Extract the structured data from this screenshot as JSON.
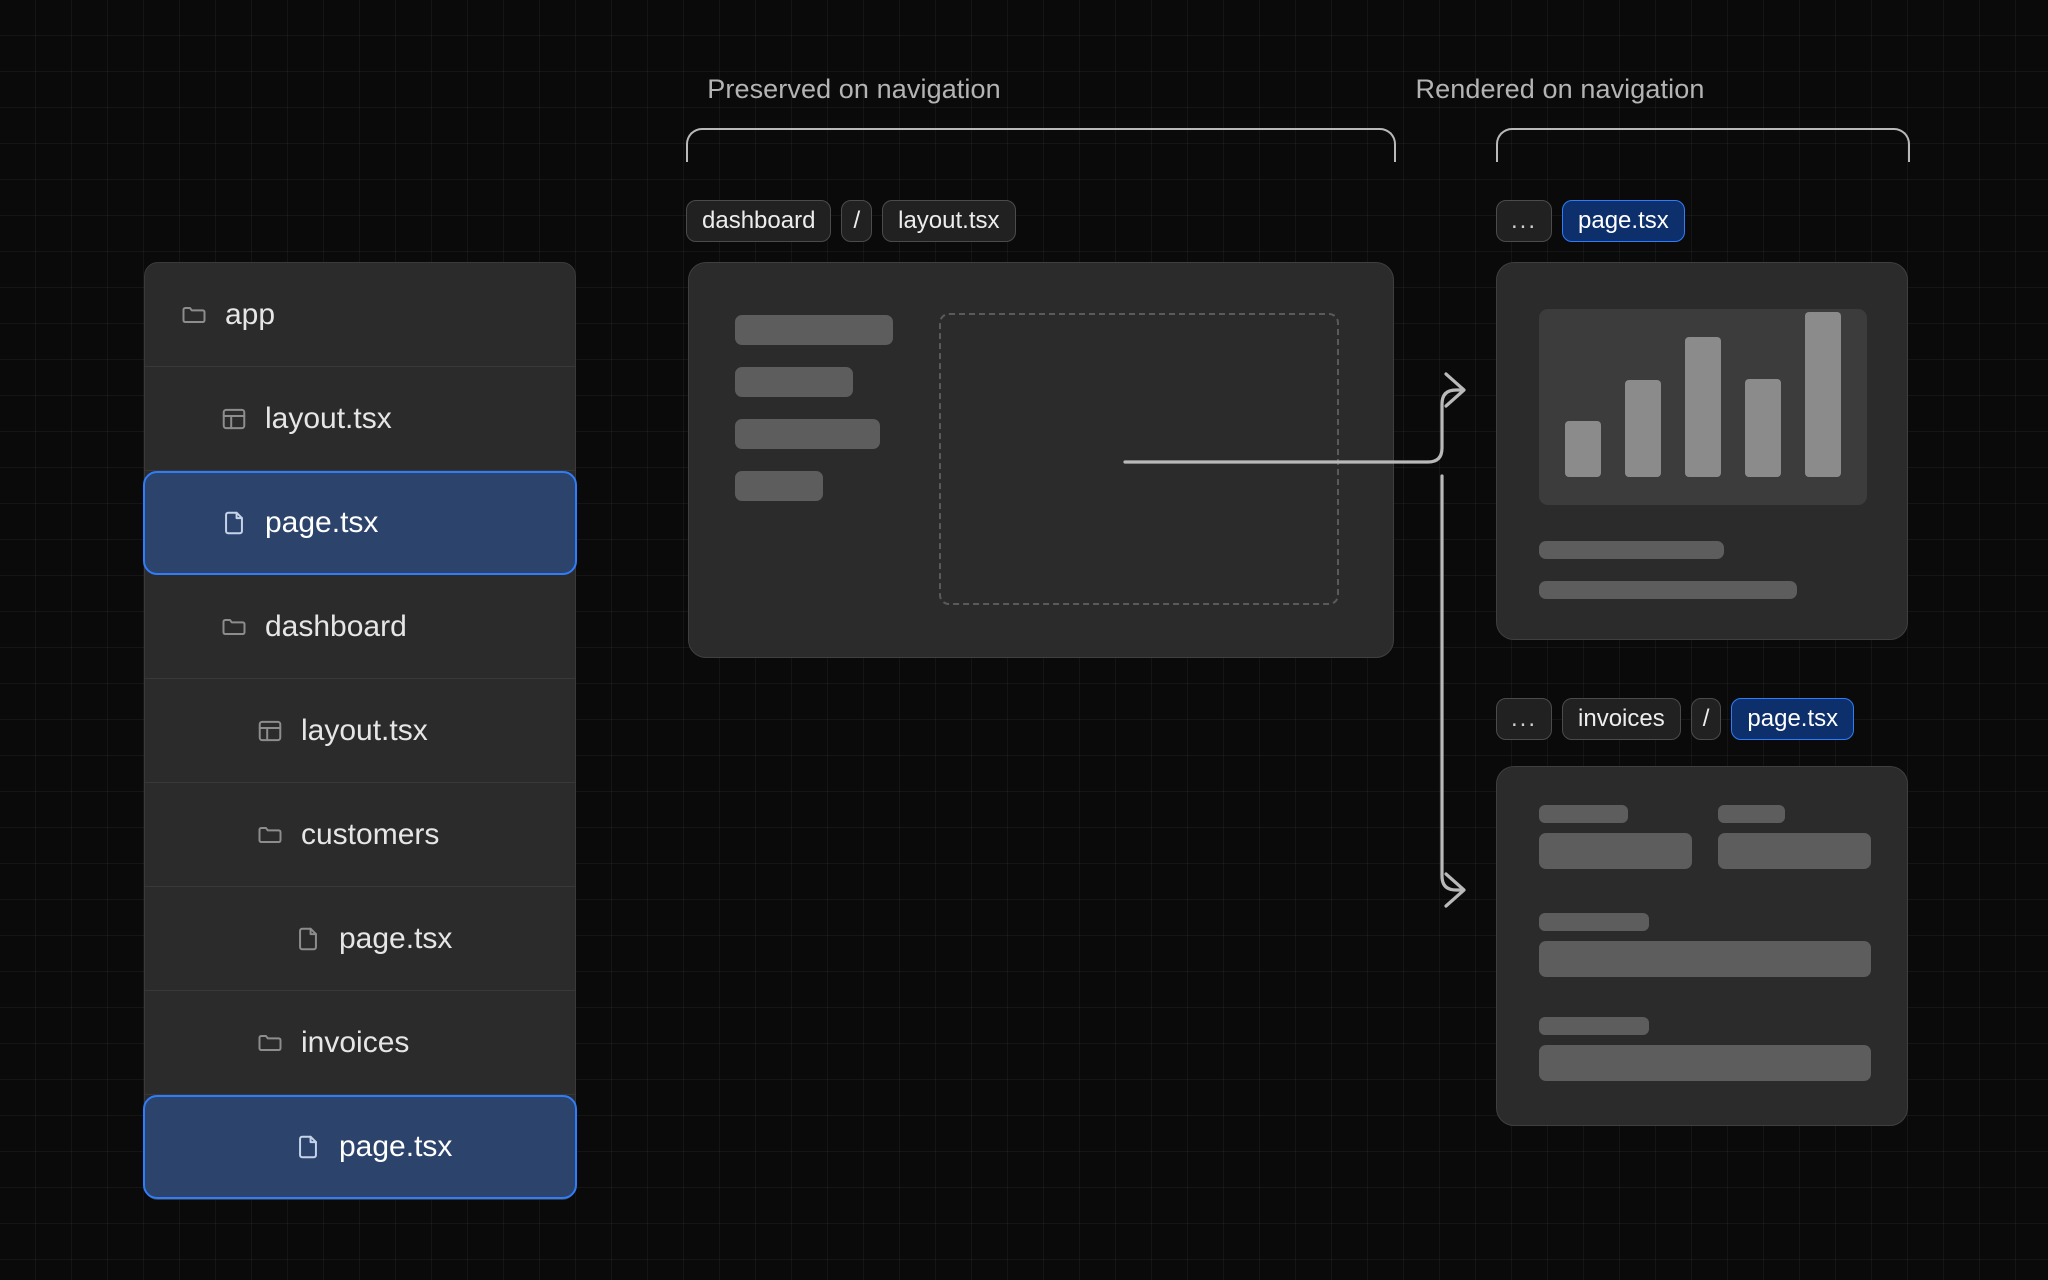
{
  "headings": {
    "preserved": "Preserved on navigation",
    "rendered": "Rendered on navigation"
  },
  "colors": {
    "background": "#0a0a0a",
    "grid": "rgba(255,255,255,0.045)",
    "panel": "#2b2b2b",
    "accent": "#2f7dfa",
    "accent_fill": "#2c436c",
    "chip_active_fill": "#0d2f6b",
    "placeholder": "#5d5d5d",
    "text": "#e6e6e6",
    "muted_text": "#b4b4b4"
  },
  "file_tree": {
    "items": [
      {
        "label": "app",
        "icon": "folder-icon",
        "indent": 0,
        "selected": false
      },
      {
        "label": "layout.tsx",
        "icon": "layout-icon",
        "indent": 1,
        "selected": false
      },
      {
        "label": "page.tsx",
        "icon": "file-icon",
        "indent": 1,
        "selected": true
      },
      {
        "label": "dashboard",
        "icon": "folder-icon",
        "indent": 1,
        "selected": false
      },
      {
        "label": "layout.tsx",
        "icon": "layout-icon",
        "indent": 2,
        "selected": false
      },
      {
        "label": "customers",
        "icon": "folder-icon",
        "indent": 2,
        "selected": false
      },
      {
        "label": "page.tsx",
        "icon": "file-icon",
        "indent": 3,
        "selected": false
      },
      {
        "label": "invoices",
        "icon": "folder-icon",
        "indent": 2,
        "selected": false
      },
      {
        "label": "page.tsx",
        "icon": "file-icon",
        "indent": 3,
        "selected": true
      }
    ]
  },
  "breadcrumbs": {
    "center": [
      {
        "text": "dashboard",
        "type": "normal"
      },
      {
        "text": "/",
        "type": "separator"
      },
      {
        "text": "layout.tsx",
        "type": "normal"
      }
    ],
    "top_right": [
      {
        "text": "...",
        "type": "dots"
      },
      {
        "text": "page.tsx",
        "type": "active"
      }
    ],
    "bottom_right": [
      {
        "text": "...",
        "type": "dots"
      },
      {
        "text": "invoices",
        "type": "normal"
      },
      {
        "text": "/",
        "type": "separator"
      },
      {
        "text": "page.tsx",
        "type": "active"
      }
    ]
  },
  "layout_preview": {
    "sidebar_bar_widths": [
      158,
      118,
      145,
      88
    ],
    "slot_style": "dashed"
  },
  "dashboard_preview": {
    "chart_bar_heights": [
      56,
      97,
      140,
      98,
      165
    ],
    "text_line_widths": [
      185,
      258
    ]
  },
  "invoices_preview": {
    "top_fields": 2,
    "full_fields": 2
  }
}
